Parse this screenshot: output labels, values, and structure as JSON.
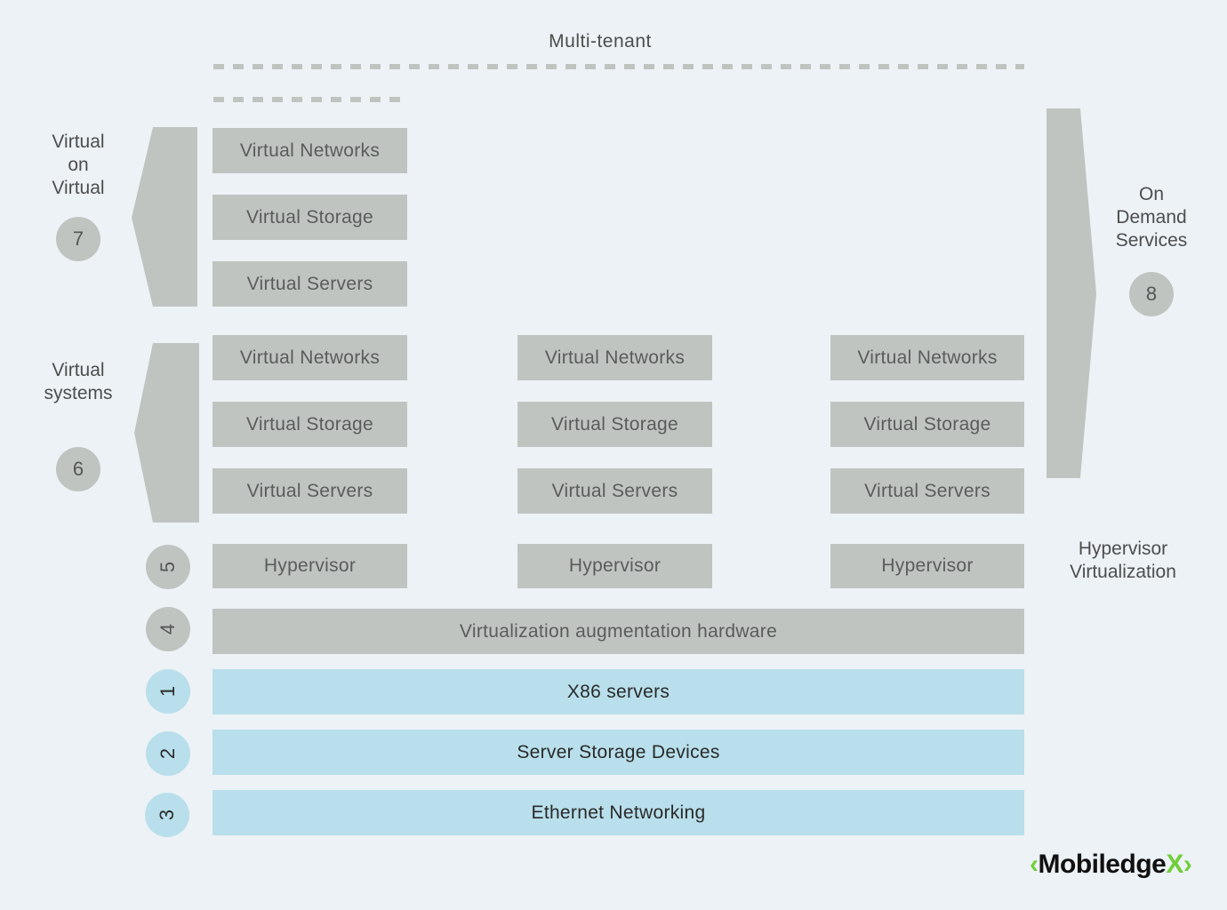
{
  "title": "Multi-tenant",
  "groups": {
    "virtual_on_virtual": {
      "label": "Virtual\non\nVirtual",
      "number": "7"
    },
    "virtual_systems": {
      "label": "Virtual\nsystems",
      "number": "6"
    },
    "on_demand": {
      "label": "On\nDemand\nServices",
      "number": "8"
    },
    "hypervisor_virtualization": {
      "label": "Hypervisor\nVirtualization"
    }
  },
  "stack_top": [
    "Virtual Networks",
    "Virtual Storage",
    "Virtual Servers"
  ],
  "columns": [
    {
      "networks": "Virtual Networks",
      "storage": "Virtual Storage",
      "servers": "Virtual Servers",
      "hypervisor": "Hypervisor"
    },
    {
      "networks": "Virtual Networks",
      "storage": "Virtual Storage",
      "servers": "Virtual Servers",
      "hypervisor": "Hypervisor"
    },
    {
      "networks": "Virtual Networks",
      "storage": "Virtual Storage",
      "servers": "Virtual Servers",
      "hypervisor": "Hypervisor"
    }
  ],
  "layers": {
    "hypervisor": {
      "number": "5"
    },
    "augmentation": {
      "number": "4",
      "label": "Virtualization augmentation hardware"
    },
    "x86": {
      "number": "1",
      "label": "X86 servers"
    },
    "storage_devices": {
      "number": "2",
      "label": "Server Storage Devices"
    },
    "ethernet": {
      "number": "3",
      "label": "Ethernet Networking"
    }
  },
  "logo": {
    "text": "Mobiledge",
    "left_chevron": "‹",
    "right_mark": "X›"
  },
  "colors": {
    "background": "#edf2f6",
    "gray": "#bfc4c1",
    "blue": "#b8dfeb",
    "accent": "#6fcf3a"
  }
}
